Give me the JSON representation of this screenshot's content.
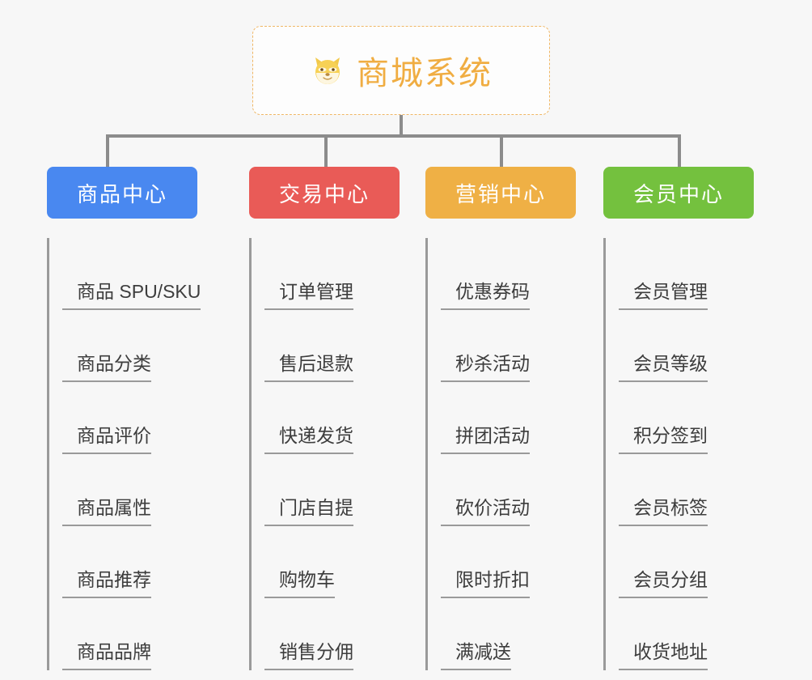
{
  "diagram": {
    "type": "org-chart",
    "background_color": "#f7f7f7",
    "root": {
      "title": "商城系统",
      "icon": "shiba-dog-face-emoji",
      "text_color": "#f0ad42",
      "border_color": "#f0b765",
      "border_style": "dashed"
    },
    "branches": [
      {
        "label": "商品中心",
        "color": "#4988f0",
        "items": [
          "商品 SPU/SKU",
          "商品分类",
          "商品评价",
          "商品属性",
          "商品推荐",
          "商品品牌"
        ]
      },
      {
        "label": "交易中心",
        "color": "#e95b57",
        "items": [
          "订单管理",
          "售后退款",
          "快递发货",
          "门店自提",
          "购物车",
          "销售分佣"
        ]
      },
      {
        "label": "营销中心",
        "color": "#efb045",
        "items": [
          "优惠券码",
          "秒杀活动",
          "拼团活动",
          "砍价活动",
          "限时折扣",
          "满减送"
        ]
      },
      {
        "label": "会员中心",
        "color": "#74c13e",
        "items": [
          "会员管理",
          "会员等级",
          "积分签到",
          "会员标签",
          "会员分组",
          "收货地址"
        ]
      }
    ],
    "connector_color": "#8c8c8c",
    "leaf_line_color": "#9a9a9a",
    "leaf_text_color": "#3d3d3d"
  }
}
